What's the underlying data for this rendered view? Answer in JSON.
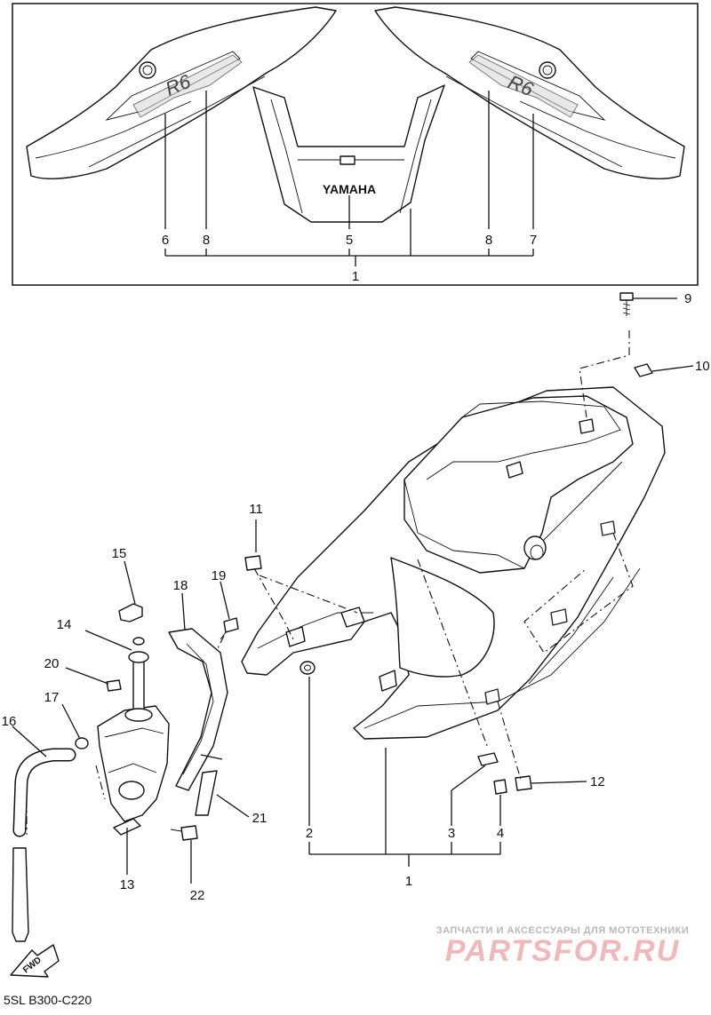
{
  "emblem": "YAMAHA",
  "fwd": "FWD",
  "diagram_code": "5SL B300-C220",
  "watermark": {
    "tagline": "ЗАПЧАСТИ И АКСЕССУАРЫ ДЛЯ МОТОТЕХНИКИ",
    "brand": "PARTSFOR.RU"
  },
  "callouts": {
    "inset_1": "1",
    "inset_5": "5",
    "inset_6": "6",
    "inset_7": "7",
    "inset_8_left": "8",
    "inset_8_right": "8",
    "main_1": "1",
    "main_2": "2",
    "main_3": "3",
    "main_4": "4",
    "main_9": "9",
    "main_10": "10",
    "main_11": "11",
    "main_12": "12",
    "main_13": "13",
    "main_14": "14",
    "main_15": "15",
    "main_16": "16",
    "main_17": "17",
    "main_18": "18",
    "main_19": "19",
    "main_20": "20",
    "main_21": "21",
    "main_22": "22"
  }
}
